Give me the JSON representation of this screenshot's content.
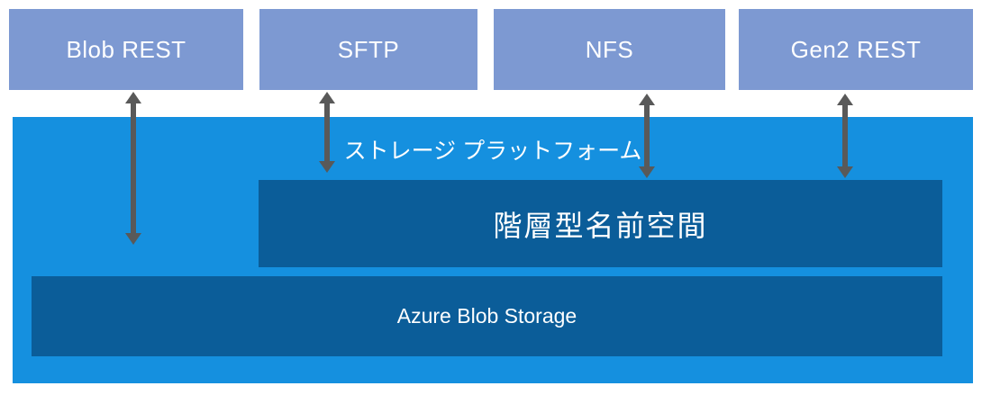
{
  "diagram": {
    "protocol_boxes": [
      {
        "label": "Blob REST"
      },
      {
        "label": "SFTP"
      },
      {
        "label": "NFS"
      },
      {
        "label": "Gen2 REST"
      }
    ],
    "platform": {
      "label": "ストレージ プラットフォーム",
      "hierarchical_namespace": {
        "label": "階層型名前空間"
      },
      "blob_storage": {
        "label": "Azure Blob Storage"
      }
    },
    "colors": {
      "protocol_box": "#7D99D2",
      "platform": "#1590DF",
      "inner_box": "#0B5D99",
      "arrow": "#595959",
      "text": "#FFFFFF"
    }
  }
}
